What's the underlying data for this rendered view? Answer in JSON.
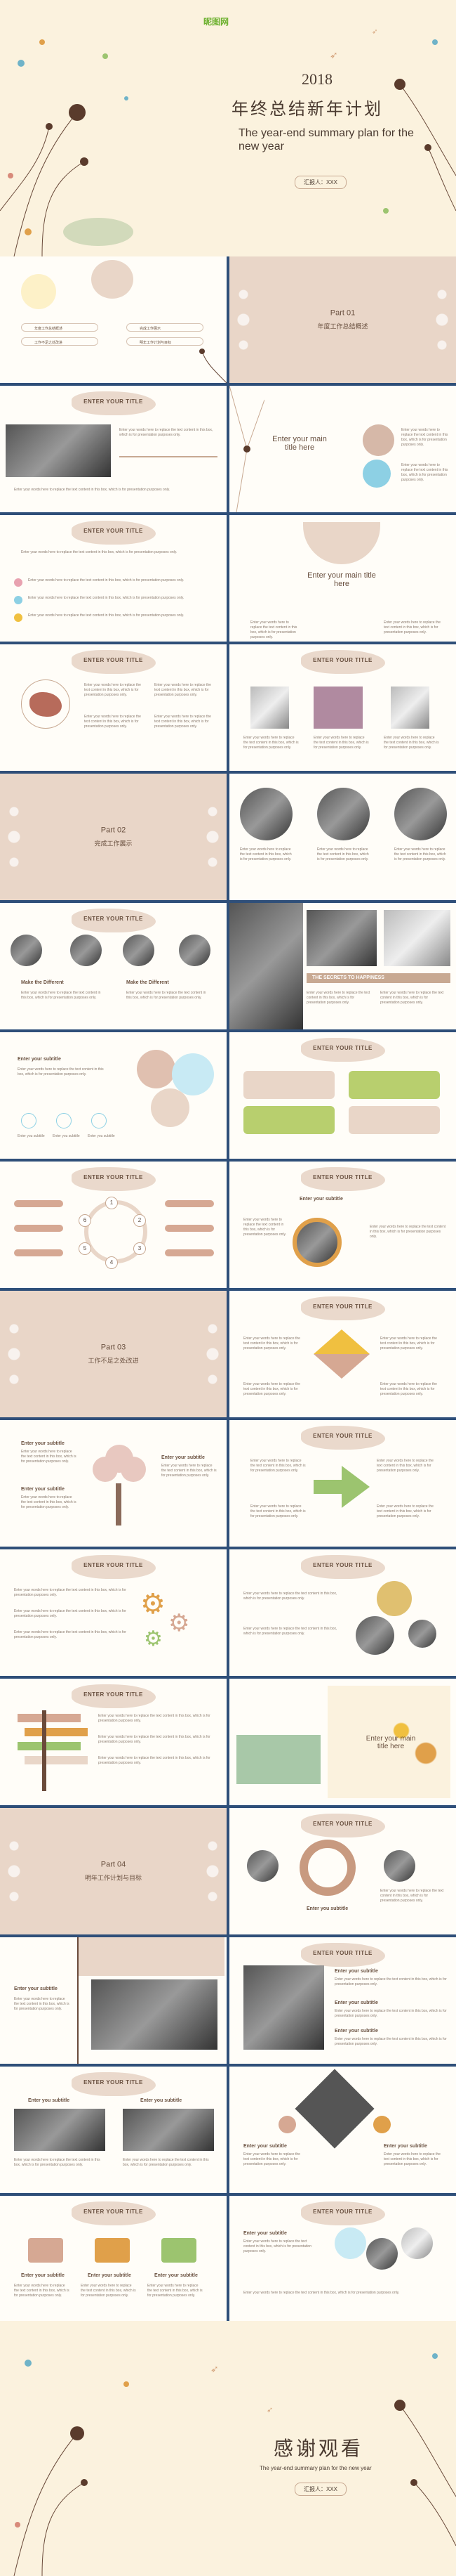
{
  "cover": {
    "brand": "昵图网",
    "year": "2018",
    "title_cn": "年终总结新年计划",
    "title_en": "The year-end summary plan for the new year",
    "reporter": "汇报人：XXX"
  },
  "agenda": {
    "items": [
      "年度工作总结概述",
      "完成工作展示",
      "工作不足之处改进",
      "明年工作计划与目标"
    ]
  },
  "parts": [
    {
      "num": "Part 01",
      "title": "年度工作总结概述"
    },
    {
      "num": "Part 02",
      "title": "完成工作展示"
    },
    {
      "num": "Part 03",
      "title": "工作不足之处改进"
    },
    {
      "num": "Part 04",
      "title": "明年工作计划与目标"
    }
  ],
  "common": {
    "enter_title": "ENTER YOUR TITLE",
    "main_title": "Enter your main title here",
    "enter_subtitle": "Enter your subtitle",
    "subtitle_lower": "Enter you subtitle",
    "make_difference": "Make the Different",
    "happiness": "THE SECRETS TO HAPPINESS",
    "body": "Enter your words here to replace the text content in this box, which is for presentation purposes only."
  },
  "circle_nums": [
    "1",
    "2",
    "3",
    "4",
    "5",
    "6"
  ],
  "ending": {
    "title_cn": "感谢观看",
    "title_en": "The year-end summary plan for the new year",
    "reporter": "汇报人：XXX"
  }
}
